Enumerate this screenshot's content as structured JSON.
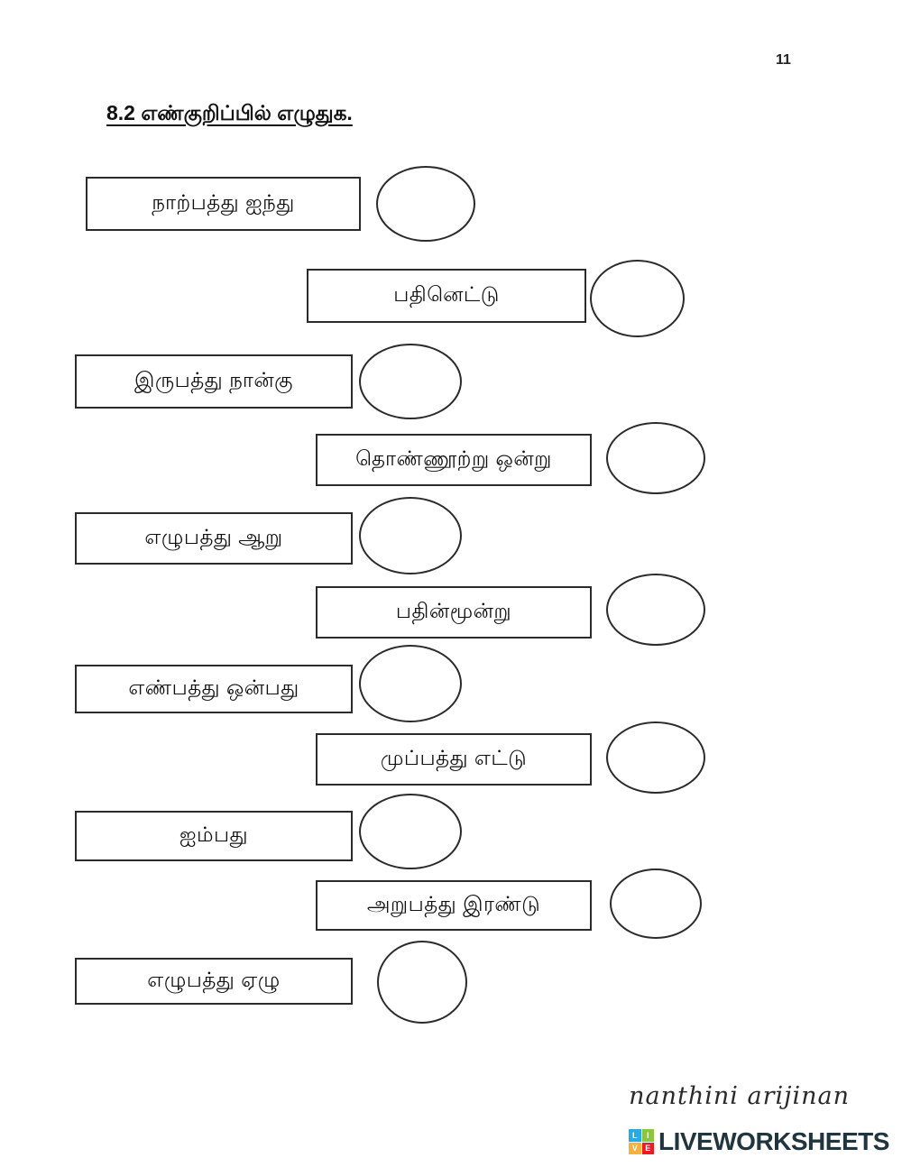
{
  "page": {
    "number": "11",
    "heading": "8.2 எண்குறிப்பில் எழுதுக."
  },
  "rows": [
    {
      "label": "நாற்பத்து ஐந்து",
      "align": "left"
    },
    {
      "label": "பதினெட்டு",
      "align": "right"
    },
    {
      "label": "இருபத்து நான்கு",
      "align": "left"
    },
    {
      "label": "தொண்ணூற்று ஒன்று",
      "align": "right"
    },
    {
      "label": "எழுபத்து ஆறு",
      "align": "left"
    },
    {
      "label": "பதின்மூன்று",
      "align": "right"
    },
    {
      "label": "எண்பத்து ஒன்பது",
      "align": "left"
    },
    {
      "label": "முப்பத்து எட்டு",
      "align": "right"
    },
    {
      "label": "ஐம்பது",
      "align": "left"
    },
    {
      "label": "அறுபத்து இரண்டு",
      "align": "right"
    },
    {
      "label": "எழுபத்து ஏழு",
      "align": "left"
    }
  ],
  "footer": {
    "signature": "nanthini arijinan",
    "brand": "LIVEWORKSHEETS",
    "logo_letters": [
      "L",
      "I",
      "V",
      "E"
    ],
    "logo_colors": [
      "#29abe2",
      "#8cc63f",
      "#fbb03b",
      "#ed1c24"
    ],
    "brand_text_color": "#21353f"
  }
}
